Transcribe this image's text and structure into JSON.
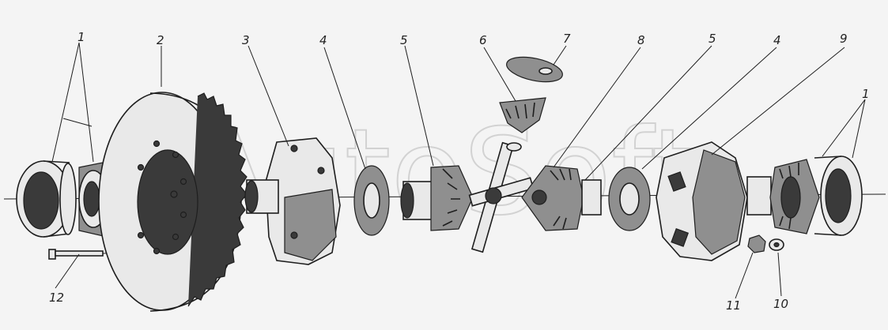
{
  "diagram": {
    "watermark": "AutoSoft",
    "callouts": [
      {
        "id": "label-1-left",
        "text": "1"
      },
      {
        "id": "label-2",
        "text": "2"
      },
      {
        "id": "label-3",
        "text": "3"
      },
      {
        "id": "label-4-left",
        "text": "4"
      },
      {
        "id": "label-5-left",
        "text": "5"
      },
      {
        "id": "label-6",
        "text": "6"
      },
      {
        "id": "label-7",
        "text": "7"
      },
      {
        "id": "label-8",
        "text": "8"
      },
      {
        "id": "label-5-right",
        "text": "5"
      },
      {
        "id": "label-4-right",
        "text": "4"
      },
      {
        "id": "label-9",
        "text": "9"
      },
      {
        "id": "label-1-right",
        "text": "1"
      },
      {
        "id": "label-12",
        "text": "12"
      },
      {
        "id": "label-11",
        "text": "11"
      },
      {
        "id": "label-10",
        "text": "10"
      }
    ]
  }
}
